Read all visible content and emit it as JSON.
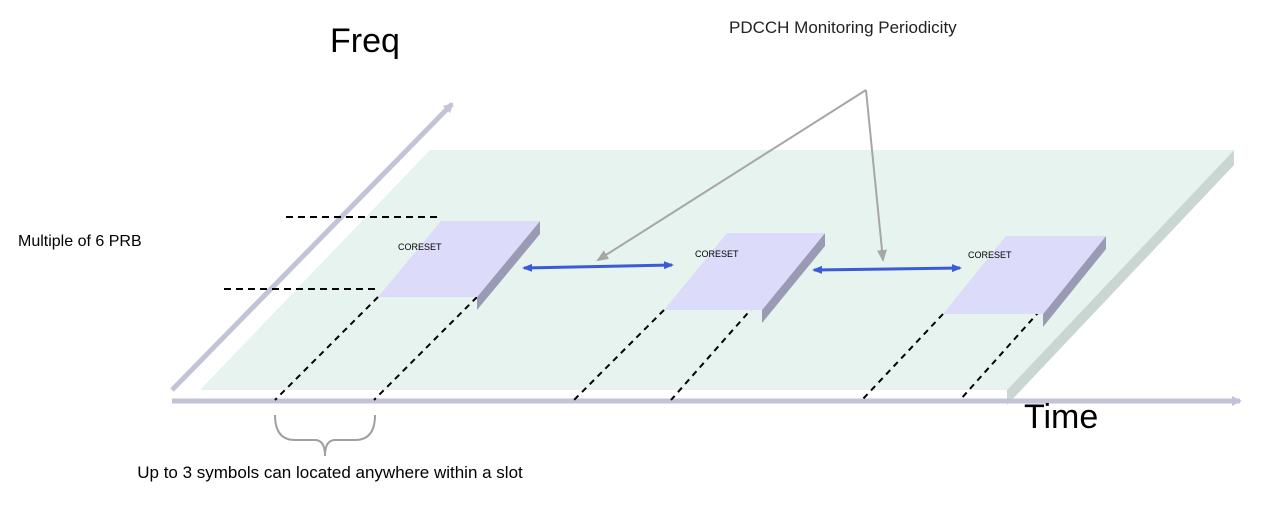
{
  "labels": {
    "freq_axis": "Freq",
    "time_axis": "Time",
    "monitoring": "PDCCH Monitoring Periodicity",
    "bandwidth": "Multiple of 6 PRB",
    "symbols_note": "Up to 3 symbols can located anywhere within a slot"
  },
  "coresets": [
    {
      "label": "CORESET"
    },
    {
      "label": "CORESET"
    },
    {
      "label": "CORESET"
    }
  ],
  "colors": {
    "grid_plane_top": "#e6f3ef",
    "grid_plane_side": "#c9d6d2",
    "coreset_top": "#dcdcfa",
    "coreset_side": "#9a9ab4",
    "axis": "#c3c3d8",
    "periodicity_arrow": "#3b5bd6",
    "callout_line": "#a6a6a6"
  }
}
